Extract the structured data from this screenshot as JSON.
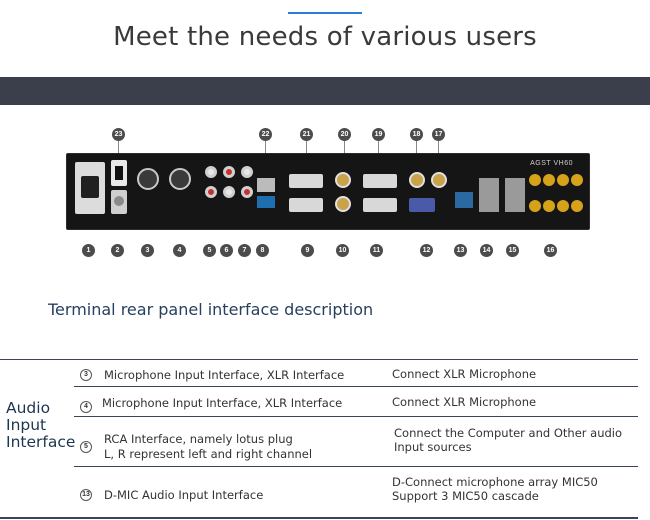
{
  "header": {
    "title": "Meet the needs of various users"
  },
  "panel": {
    "model": "AGST VH60",
    "callouts_top": [
      "23",
      "22",
      "21",
      "20",
      "19",
      "18",
      "17"
    ],
    "callouts_bottom": [
      "1",
      "2",
      "3",
      "4",
      "5",
      "6",
      "7",
      "8",
      "9",
      "10",
      "11",
      "12",
      "13",
      "14",
      "15",
      "16"
    ]
  },
  "section": {
    "subtitle": "Terminal rear panel interface description"
  },
  "table": {
    "group_label": "Audio\nInput\nInterface",
    "rows": [
      {
        "num": "3",
        "name": "Microphone Input Interface, XLR Interface",
        "desc": "Connect XLR  Microphone"
      },
      {
        "num": "4",
        "name": "Microphone Input Interface, XLR Interface",
        "desc": "Connect XLR  Microphone"
      },
      {
        "num": "5",
        "name_line1": "RCA Interface, namely lotus plug",
        "name_line2": "L, R represent left and right channel",
        "desc_line1": "Connect the Computer and Other audio",
        "desc_line2": "Input sources"
      },
      {
        "num": "13",
        "name": "D-MIC Audio Input Interface",
        "desc_line1": "D-Connect microphone array MIC50",
        "desc_line2": "Support 3 MIC50 cascade"
      }
    ]
  },
  "colors": {
    "accent": "#2f7fd0",
    "band": "#3b3f4c",
    "panel": "#151515",
    "rule": "#3a4656",
    "subtitle": "#27405f"
  }
}
